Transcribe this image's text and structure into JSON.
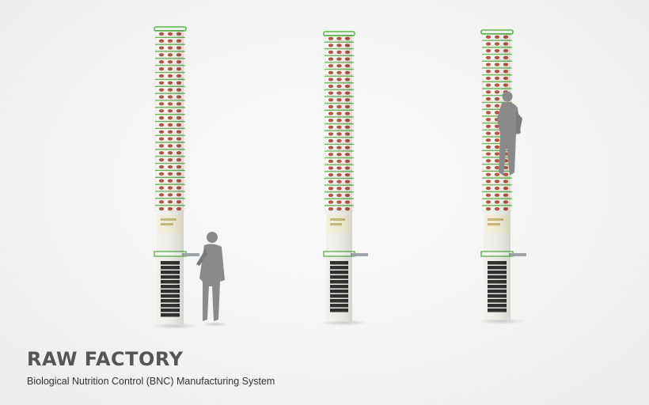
{
  "caption": {
    "title": "RAW FACTORY",
    "subtitle": "Biological Nutrition Control (BNC) Manufacturing System"
  },
  "colors": {
    "background": "#f3f3f3",
    "tower_body": "#f2f0ea",
    "tray_rim": "#5cb84a",
    "produce": "#b5523f",
    "drawer_dark": "#2c2c2c",
    "label_panel": "#f3efd8",
    "figure_gray": "#8a8a8a",
    "caption_title": "#555555",
    "caption_text": "#333333"
  },
  "scene": {
    "towers": [
      {
        "name": "tower-left",
        "has_shelf": true
      },
      {
        "name": "tower-center",
        "has_shelf": true
      },
      {
        "name": "tower-right",
        "has_shelf": true
      }
    ],
    "figures": [
      "figure-standing",
      "figure-climbing"
    ]
  }
}
